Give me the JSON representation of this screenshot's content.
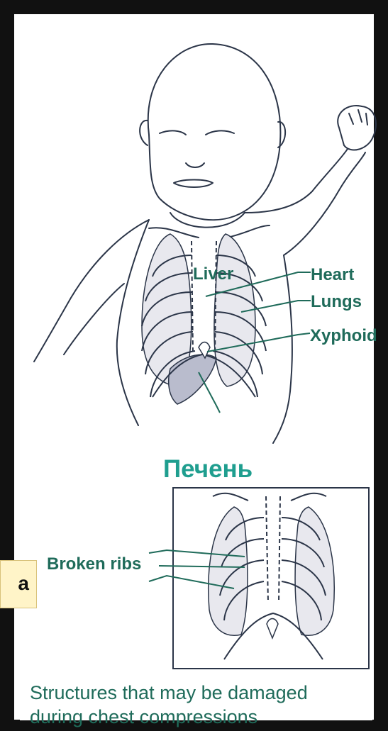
{
  "labels": {
    "heart": "Heart",
    "lungs": "Lungs",
    "xyphoid": "Xyphoid",
    "liver": "Liver",
    "broken_ribs": "Broken ribs"
  },
  "overlay": {
    "pechen": "Печень",
    "side_text": "a"
  },
  "caption": {
    "line1": "Structures that may be  damaged",
    "line2": "during chest compressions"
  },
  "colors": {
    "label_text": "#1f6b5a",
    "overlay_text": "#1f9e8f",
    "outline": "#2b3548",
    "lung_fill": "#e8e8ee",
    "liver_fill": "#b9bccd",
    "side_box_bg": "#fff4c8"
  }
}
